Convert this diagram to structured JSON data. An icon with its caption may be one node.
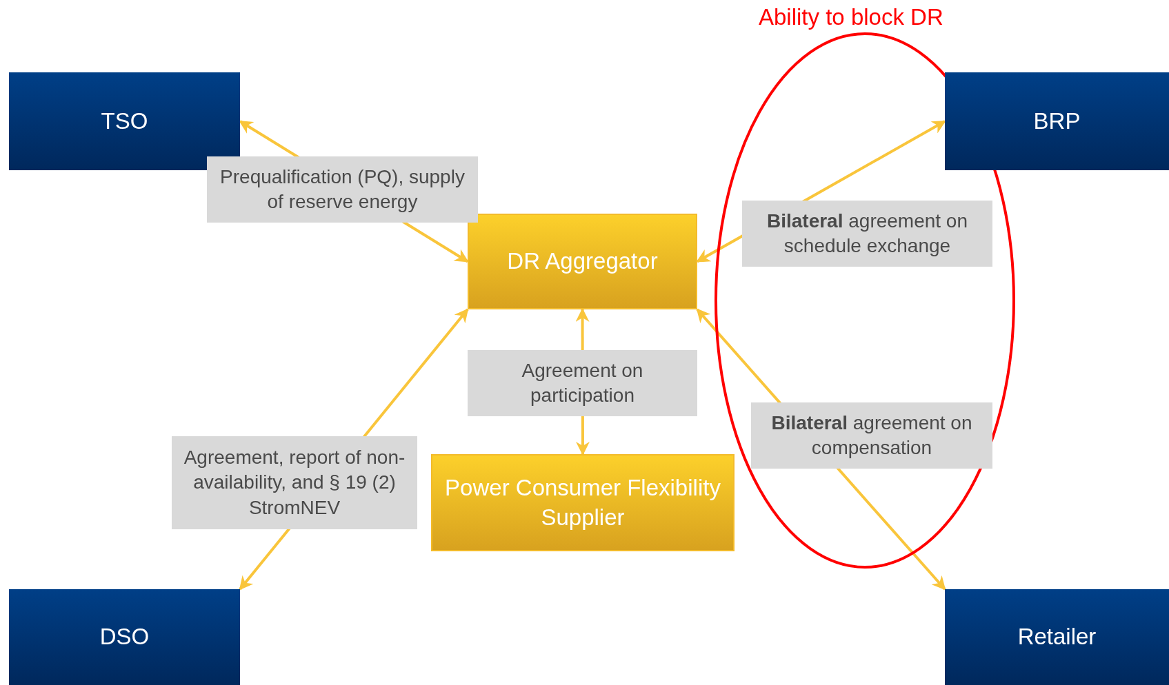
{
  "diagram": {
    "nodes": [
      {
        "text": [
          "TSO"
        ]
      },
      {
        "text": [
          "BRP"
        ]
      },
      {
        "text": [
          "DR Aggregator"
        ]
      },
      {
        "text": [
          "Power Consumer Flexibility Supplier"
        ]
      },
      {
        "text": [
          "DSO"
        ]
      },
      {
        "text": [
          "Retailer"
        ]
      }
    ],
    "edges": [
      {
        "from": 0,
        "to": 2,
        "arrow": "both",
        "label": "Prequalification (PQ), supply of reserve energy"
      },
      {
        "from": 2,
        "to": 1,
        "arrow": "both",
        "label": "**Bilateral** agreement on schedule exchange"
      },
      {
        "from": 2,
        "to": 3,
        "arrow": "both",
        "label": "Agreement on participation"
      },
      {
        "from": 4,
        "to": 2,
        "arrow": "both",
        "label": "Agreement, report of non-availability, and § 19 (2) StromNEV"
      },
      {
        "from": 2,
        "to": 5,
        "arrow": "both",
        "label": "**Bilateral** agreement on compensation"
      }
    ],
    "labels": [
      "Ability to block DR"
    ]
  }
}
